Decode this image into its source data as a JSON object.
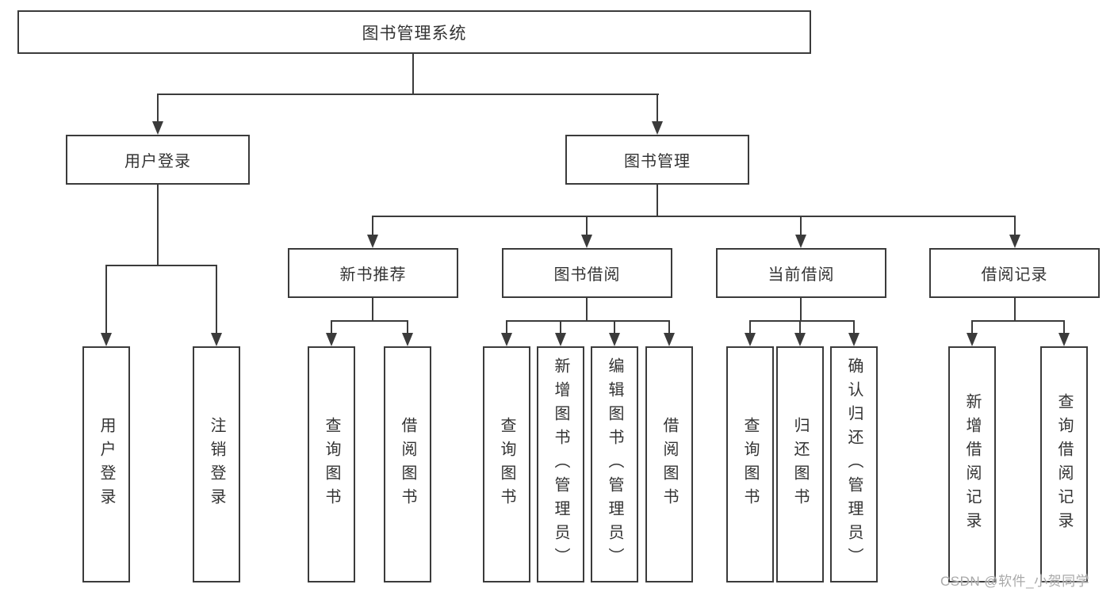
{
  "diagram": {
    "type": "tree-hierarchy",
    "title": "图书管理系统",
    "watermark": "CSDN @软件_小贺同学",
    "colors": {
      "line": "#3b3b3b",
      "text": "#333333",
      "watermark": "#a9a9a9",
      "background": "#ffffff"
    },
    "nodes": {
      "root": {
        "label": "图书管理系统",
        "level": 1
      },
      "user_login": {
        "label": "用户登录",
        "level": 2
      },
      "book_mgmt": {
        "label": "图书管理",
        "level": 2
      },
      "new_book_rec": {
        "label": "新书推荐",
        "level": 3
      },
      "book_borrow": {
        "label": "图书借阅",
        "level": 3
      },
      "current_borrow": {
        "label": "当前借阅",
        "level": 3
      },
      "borrow_records": {
        "label": "借阅记录",
        "level": 3
      },
      "ul_login": {
        "label": "用户登录",
        "level": 4
      },
      "ul_logout": {
        "label": "注销登录",
        "level": 4
      },
      "nb_query": {
        "label": "查询图书",
        "level": 4
      },
      "nb_borrow": {
        "label": "借阅图书",
        "level": 4
      },
      "bb_query": {
        "label": "查询图书",
        "level": 4
      },
      "bb_add": {
        "label": "新增图书（管理员）",
        "level": 4
      },
      "bb_edit": {
        "label": "编辑图书（管理员）",
        "level": 4
      },
      "bb_borrow": {
        "label": "借阅图书",
        "level": 4
      },
      "cb_query": {
        "label": "查询图书",
        "level": 4
      },
      "cb_return": {
        "label": "归还图书",
        "level": 4
      },
      "cb_confirm": {
        "label": "确认归还（管理员）",
        "level": 4
      },
      "br_add": {
        "label": "新增借阅记录",
        "level": 4
      },
      "br_query": {
        "label": "查询借阅记录",
        "level": 4
      }
    },
    "edges": [
      [
        "root",
        "user_login"
      ],
      [
        "root",
        "book_mgmt"
      ],
      [
        "user_login",
        "ul_login"
      ],
      [
        "user_login",
        "ul_logout"
      ],
      [
        "book_mgmt",
        "new_book_rec"
      ],
      [
        "book_mgmt",
        "book_borrow"
      ],
      [
        "book_mgmt",
        "current_borrow"
      ],
      [
        "book_mgmt",
        "borrow_records"
      ],
      [
        "new_book_rec",
        "nb_query"
      ],
      [
        "new_book_rec",
        "nb_borrow"
      ],
      [
        "book_borrow",
        "bb_query"
      ],
      [
        "book_borrow",
        "bb_add"
      ],
      [
        "book_borrow",
        "bb_edit"
      ],
      [
        "book_borrow",
        "bb_borrow"
      ],
      [
        "current_borrow",
        "cb_query"
      ],
      [
        "current_borrow",
        "cb_return"
      ],
      [
        "current_borrow",
        "cb_confirm"
      ],
      [
        "borrow_records",
        "br_add"
      ],
      [
        "borrow_records",
        "br_query"
      ]
    ]
  }
}
